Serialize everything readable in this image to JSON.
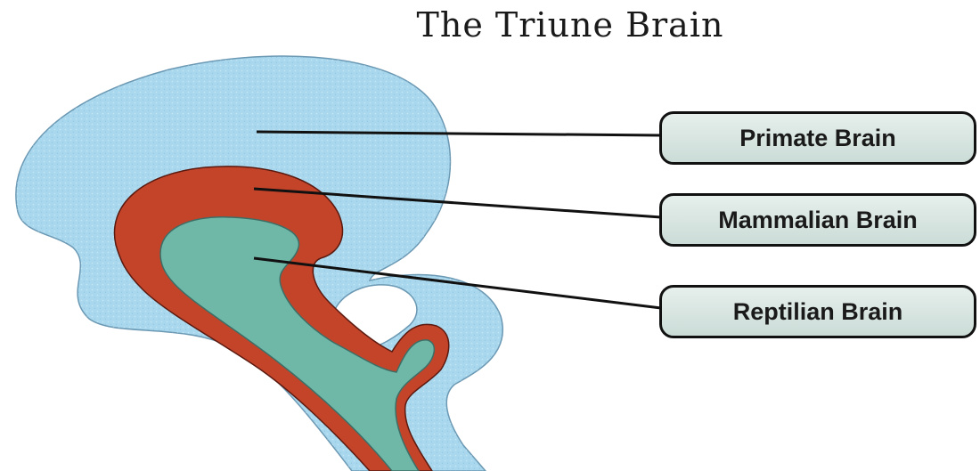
{
  "title": "The Triune Brain",
  "labels": [
    {
      "text": "Primate Brain",
      "region": "outer"
    },
    {
      "text": "Mammalian Brain",
      "region": "middle"
    },
    {
      "text": "Reptilian Brain",
      "region": "inner"
    }
  ],
  "colors": {
    "primate": "#a9d8ee",
    "mammalian": "#c4442a",
    "reptilian": "#6fb8a8",
    "leader_line": "#111111"
  }
}
